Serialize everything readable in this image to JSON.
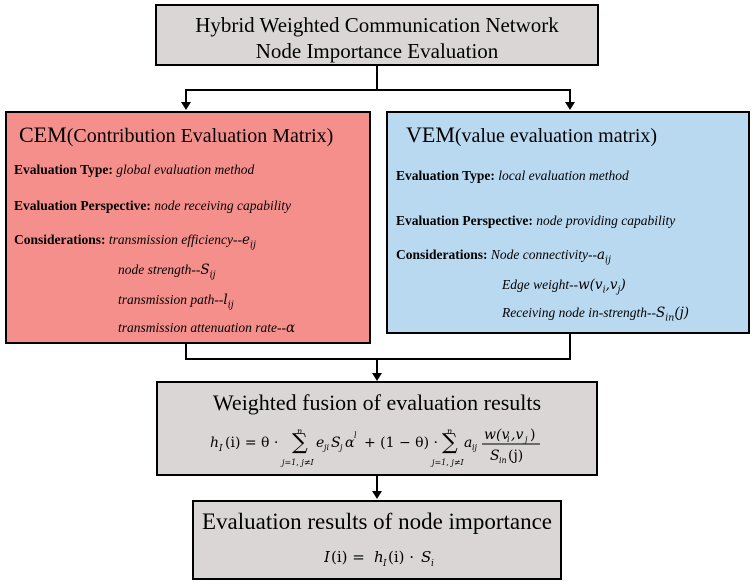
{
  "top": {
    "line1": "Hybrid Weighted Communication Network",
    "line2": "Node Importance Evaluation"
  },
  "cem": {
    "title_abbr": "CEM",
    "title_full": "(Contribution Evaluation Matrix)",
    "type_label": "Evaluation Type:",
    "type_value": "global evaluation method",
    "persp_label": "Evaluation Perspective:",
    "persp_value": "node receiving capability",
    "cons_label": "Considerations:",
    "items": [
      {
        "text": "transmission efficiency--",
        "sym": "e",
        "sub": "ij"
      },
      {
        "text": "node strength--",
        "sym": "S",
        "sub": "ij"
      },
      {
        "text": "transmission path--",
        "sym": "l",
        "sub": "ij"
      },
      {
        "text": "transmission attenuation rate--",
        "sym": "α",
        "sub": ""
      }
    ]
  },
  "vem": {
    "title_abbr": "VEM",
    "title_full": "(value evaluation matrix)",
    "type_label": "Evaluation Type:",
    "type_value": "local evaluation method",
    "persp_label": "Evaluation Perspective:",
    "persp_value": "node providing capability",
    "cons_label": "Considerations:",
    "items": [
      {
        "text": "Node connectivity--",
        "sym": "a",
        "sub": "ij"
      },
      {
        "text": "Edge weight--",
        "sym": "w(v",
        "sub": "i"
      },
      {
        "text": "Receiving node in-strength--",
        "sym": "S",
        "sub": "in"
      }
    ]
  },
  "fusion": {
    "title": "Weighted fusion of evaluation results"
  },
  "result": {
    "title": "Evaluation results of node importance"
  }
}
